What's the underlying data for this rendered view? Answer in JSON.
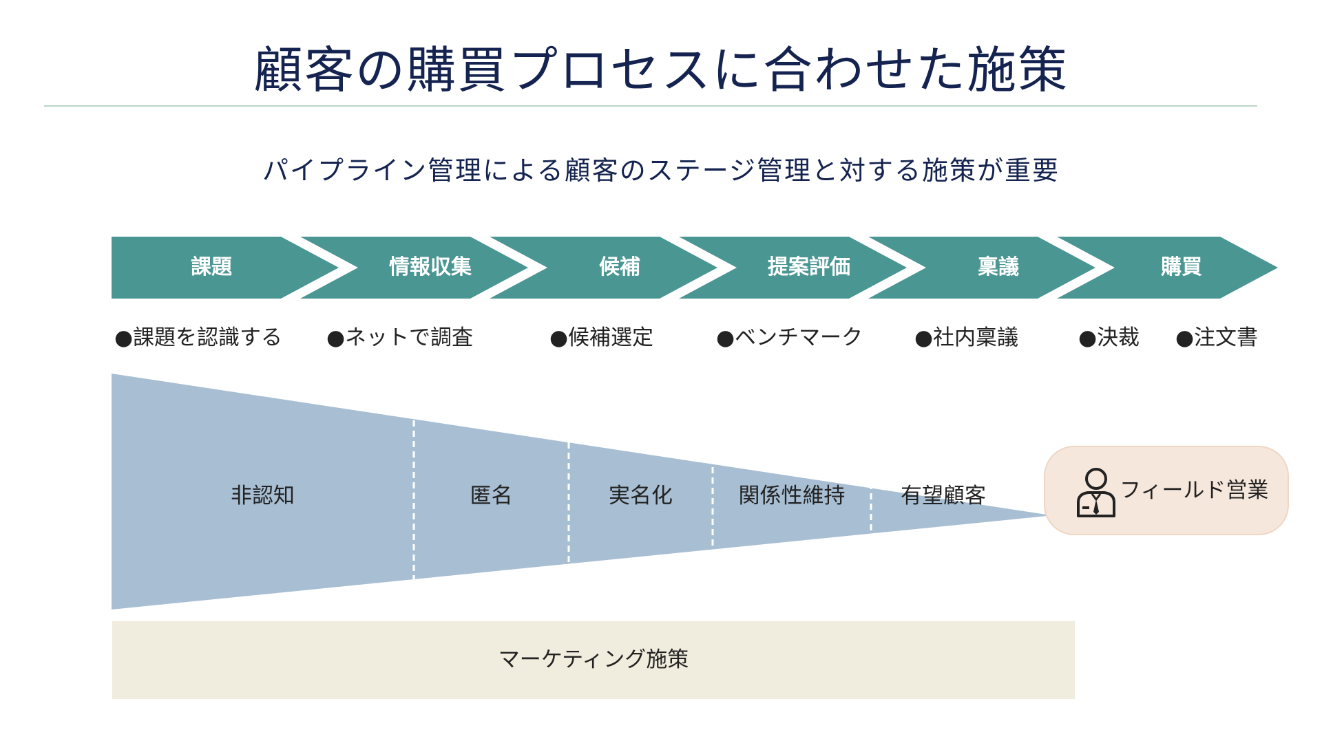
{
  "title": "顧客の購買プロセスに合わせた施策",
  "subtitle": "パイプライン管理による顧客のステージ管理と対する施策が重要",
  "colors": {
    "title_text": "#14234f",
    "divider": "#bcd6c6",
    "chevron_fill": "#4a9693",
    "funnel_fill": "#a8bfd3",
    "funnel_divider": "#ffffff",
    "field_box_fill": "#f6e7dc",
    "marketing_box_fill": "#f0ecde"
  },
  "stages": [
    {
      "label": "課題"
    },
    {
      "label": "情報収集"
    },
    {
      "label": "候補"
    },
    {
      "label": "提案評価"
    },
    {
      "label": "稟議"
    },
    {
      "label": "購買"
    }
  ],
  "actions": [
    "●課題を認識する",
    "●ネットで調査",
    "●候補選定",
    "●ベンチマーク",
    "●社内稟議",
    "●決裁",
    "●注文書"
  ],
  "funnel_segments": [
    {
      "label": "非認知"
    },
    {
      "label": "匿名"
    },
    {
      "label": "実名化"
    },
    {
      "label": "関係性維持"
    },
    {
      "label": "有望顧客"
    }
  ],
  "field_sales": {
    "label": "フィールド営業",
    "icon": "salesperson-icon"
  },
  "marketing": {
    "label": "マーケティング施策"
  }
}
